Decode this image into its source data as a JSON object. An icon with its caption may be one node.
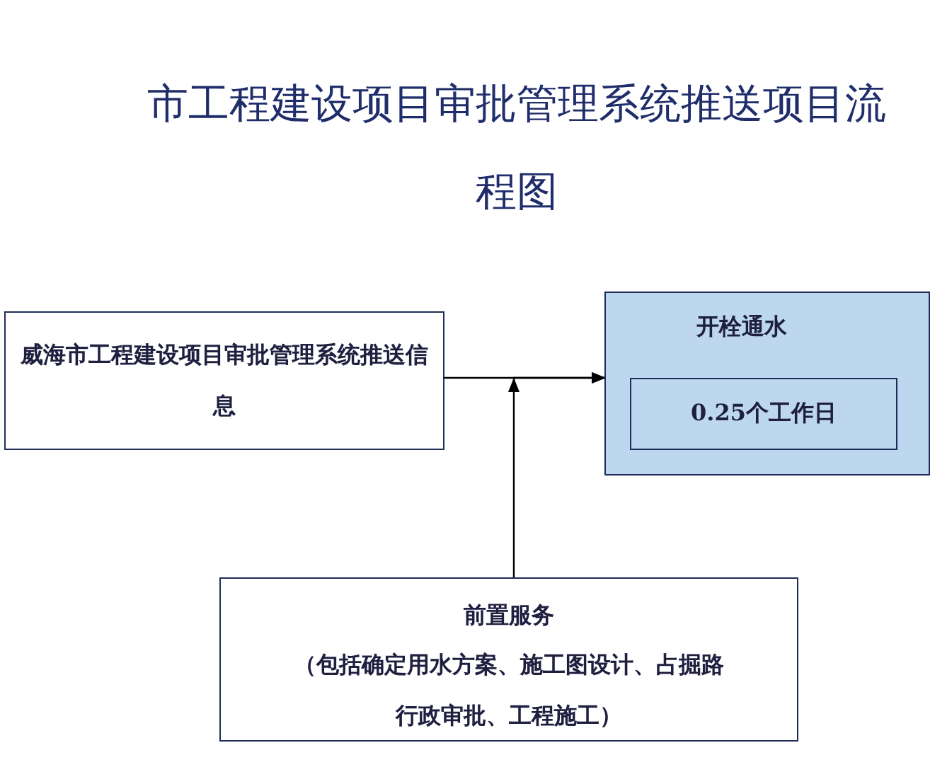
{
  "diagram": {
    "title": "市工程建设项目审批管理系统推送项目流程图",
    "nodes": [
      {
        "text": [
          "威海市工程建设项目审批管理系统推送信息"
        ]
      },
      {
        "text": [
          "开栓通水"
        ]
      },
      {
        "text": [
          "0.25个工作日"
        ],
        "in": 1
      },
      {
        "text": [
          "前置服务",
          "（包括确定用水方案、施工图设计、占掘路行政审批、工程施工）"
        ]
      }
    ],
    "edges": [
      {
        "from": 0,
        "to": 1,
        "arrow": "to"
      },
      {
        "from": 3,
        "to": 1,
        "arrow": "to"
      }
    ]
  }
}
